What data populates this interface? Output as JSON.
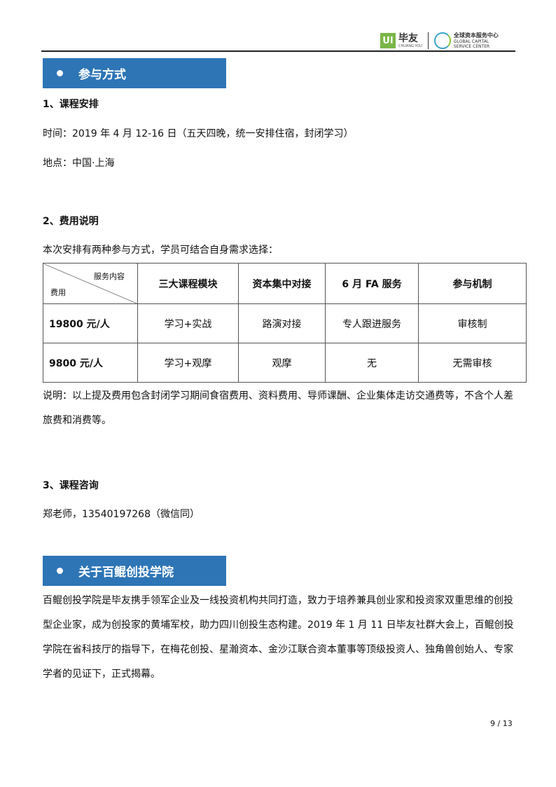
{
  "header": {
    "logo1_mark": "UI",
    "logo1_text": "毕友",
    "logo1_sub": "CHUANG YOU",
    "logo2_text": "全球资本服务中心",
    "logo2_sub1": "GLOBAL CAPITAL",
    "logo2_sub2": "SERVICE CENTER"
  },
  "section1": {
    "title": "参与方式",
    "h1": "1、课程安排",
    "time": "时间：2019 年 4 月 12-16 日（五天四晚，统一安排住宿，封闭学习）",
    "place": "地点：中国·上海",
    "h2": "2、费用说明",
    "intro": "本次安排有两种参与方式，学员可结合自身需求选择：",
    "table": {
      "corner_top": "服务内容",
      "corner_bottom": "费用",
      "headers": [
        "三大课程模块",
        "资本集中对接",
        "6 月 FA 服务",
        "参与机制"
      ],
      "rows": [
        [
          "19800 元/人",
          "学习+实战",
          "路演对接",
          "专人跟进服务",
          "审核制"
        ],
        [
          "9800 元/人",
          "学习+观摩",
          "观摩",
          "无",
          "无需审核"
        ]
      ]
    },
    "note": "说明：以上提及费用包含封闭学习期间食宿费用、资料费用、导师课酬、企业集体走访交通费等，不含个人差旅费和消费等。",
    "h3": "3、课程咨询",
    "contact": "郑老师，13540197268（微信同）"
  },
  "section2": {
    "title": "关于百鲲创投学院",
    "body": "百鲲创投学院是毕友携手领军企业及一线投资机构共同打造，致力于培养兼具创业家和投资家双重思维的创投型企业家，成为创投家的黄埔军校，助力四川创投生态构建。2019 年 1 月 11 日毕友社群大会上，百鲲创投学院在省科技厅的指导下，在梅花创投、星瀚资本、金沙江联合资本董事等顶级投资人、独角兽创始人、专家学者的见证下，正式揭幕。"
  },
  "page_number": "9 / 13"
}
